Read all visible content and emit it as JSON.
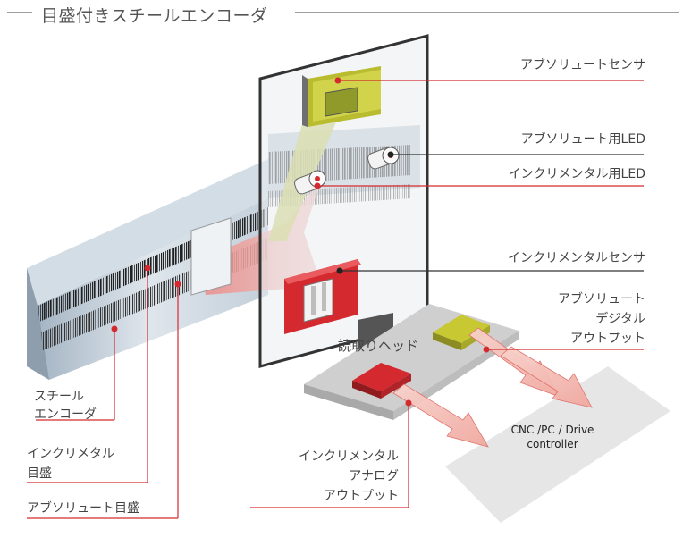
{
  "title": "目盛付きスチールエンコーダ",
  "labels": {
    "absolute_sensor": "アブソリュートセンサ",
    "absolute_led": "アブソリュート用LED",
    "incremental_led": "インクリメンタル用LED",
    "incremental_sensor": "インクリメンタルセンサ",
    "absolute_digital_output": [
      "アブソリュート",
      "デジタル",
      "アウトプット"
    ],
    "read_head": "読取りヘッド",
    "steel_encoder": [
      "スチール",
      "エンコーダ"
    ],
    "incremental_scale": [
      "インクリメタル",
      "目盛"
    ],
    "absolute_scale": "アブソリュート目盛",
    "incremental_analog_output": [
      "インクリメンタル",
      "アナログ",
      "アウトプット"
    ],
    "controller": [
      "CNC /PC / Drive",
      "controller"
    ]
  },
  "colors": {
    "accent_red": "#d42a2f",
    "sensor_yellow": "#c8c832",
    "panel_grey": "#c9d2da",
    "scale_blue": "#b9c6d2",
    "controller_grey": "#e6e6e6"
  }
}
